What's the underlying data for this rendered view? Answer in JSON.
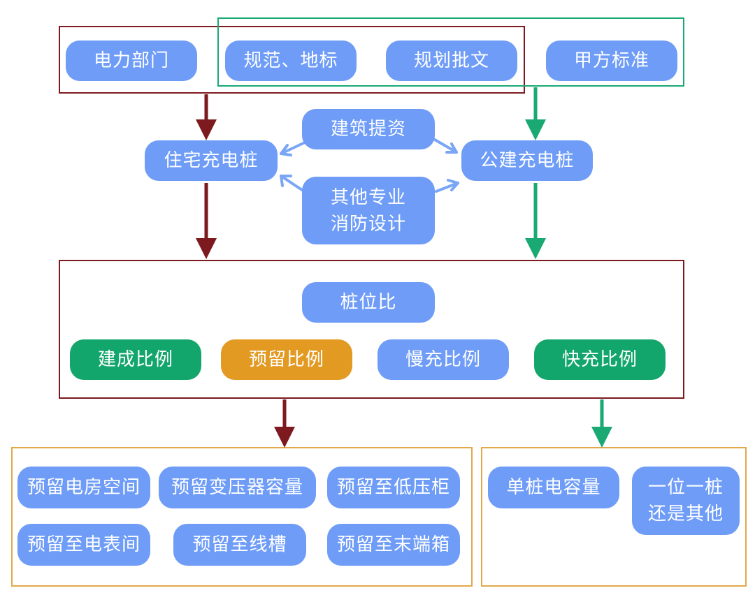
{
  "colors": {
    "node_blue": "#6e9cf7",
    "node_green": "#13a66c",
    "node_orange": "#e39a22",
    "residential_line": "#7d1a1f",
    "public_line": "#1aa873",
    "requirements_frame": "#e2a94b",
    "connector_blue": "#7aa6f5"
  },
  "top_sources": {
    "power_dept": "电力部门",
    "codes_local_standards": "规范、地标",
    "planning_approval": "规划批文",
    "owner_standard": "甲方标准"
  },
  "middle": {
    "residential_charger": "住宅充电桩",
    "public_building_charger": "公建充电桩",
    "architecture_input": "建筑提资",
    "other_disciplines": "其他专业\n消防设计"
  },
  "ratio_section": {
    "title": "桩位比",
    "items": [
      {
        "label": "建成比例",
        "color": "green"
      },
      {
        "label": "预留比例",
        "color": "orange"
      },
      {
        "label": "慢充比例",
        "color": "blue"
      },
      {
        "label": "快充比例",
        "color": "green"
      }
    ]
  },
  "reservation_section": {
    "items": [
      "预留电房空间",
      "预留变压器容量",
      "预留至低压柜",
      "预留至电表间",
      "预留至线槽",
      "预留至末端箱"
    ]
  },
  "capacity_section": {
    "items": [
      "单桩电容量",
      "一位一桩\n还是其他"
    ]
  }
}
